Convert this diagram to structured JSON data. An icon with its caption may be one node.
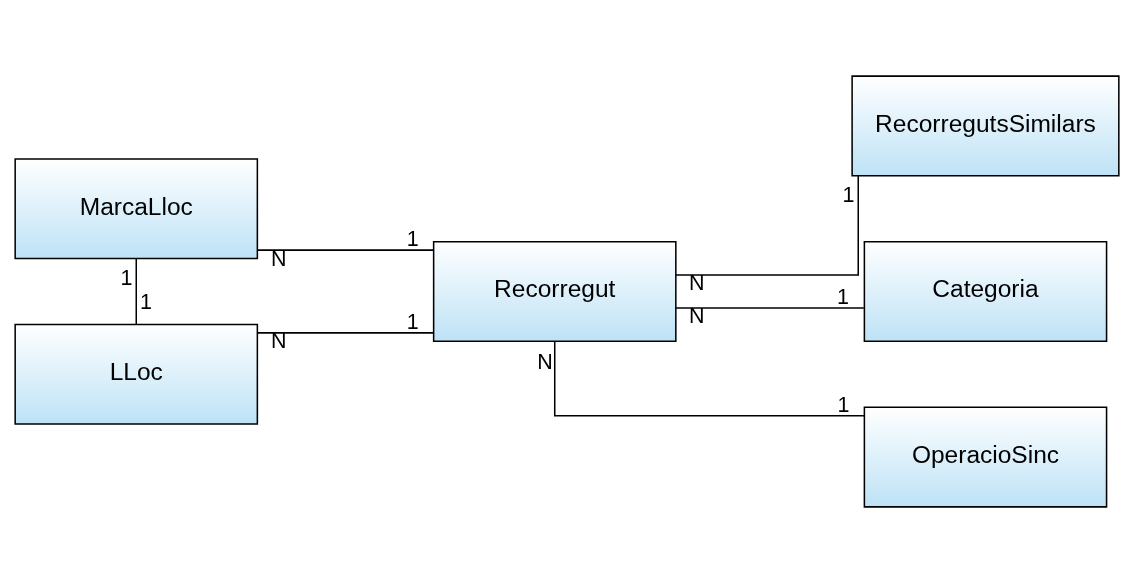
{
  "diagram": {
    "nodes": [
      {
        "text": [
          "MarcaLloc"
        ]
      },
      {
        "text": [
          "RecorregutsSimilars"
        ]
      },
      {
        "text": [
          "Recorregut"
        ]
      },
      {
        "text": [
          "Categoria"
        ]
      },
      {
        "text": [
          "LLoc"
        ]
      },
      {
        "text": [
          "OperacioSinc"
        ]
      }
    ],
    "edges": [
      {
        "from": 0,
        "to": 2,
        "arrow": "none"
      },
      {
        "from": 2,
        "to": 1,
        "arrow": "none"
      },
      {
        "from": 2,
        "to": 3,
        "arrow": "none"
      },
      {
        "from": 0,
        "to": 4,
        "arrow": "none"
      },
      {
        "from": 2,
        "to": 5,
        "arrow": "none"
      },
      {
        "from": 4,
        "to": 2,
        "arrow": "none"
      }
    ],
    "labels": [
      "N",
      "1",
      "1",
      "1",
      "N",
      "N",
      "1",
      "1",
      "N",
      "1",
      "N",
      "1"
    ]
  }
}
